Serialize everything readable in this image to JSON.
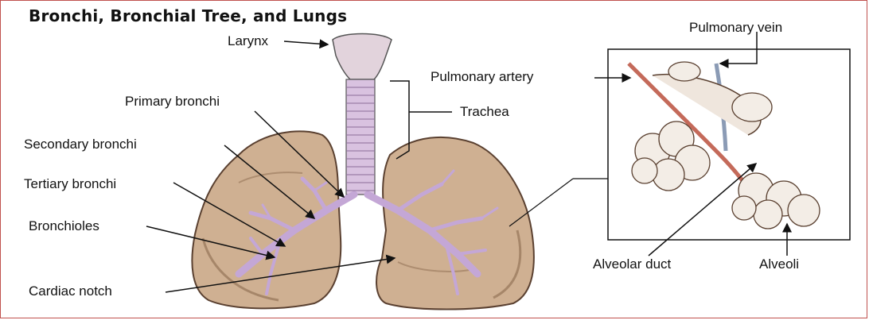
{
  "title": "Bronchi, Bronchial Tree, and Lungs",
  "labels": {
    "larynx": "Larynx",
    "primary_bronchi": "Primary bronchi",
    "secondary_bronchi": "Secondary bronchi",
    "tertiary_bronchi": "Tertiary bronchi",
    "bronchioles": "Bronchioles",
    "cardiac_notch": "Cardiac notch",
    "trachea": "Trachea",
    "pulmonary_artery": "Pulmonary artery",
    "pulmonary_vein": "Pulmonary vein",
    "alveolar_duct": "Alveolar duct",
    "alveoli": "Alveoli"
  },
  "colors": {
    "lung": "#c9a888",
    "lung_shade": "#8b6a4e",
    "bronchi": "#c4a7d6",
    "artery": "#c46a5a",
    "vein": "#8b9bb5",
    "border": "#c0504d"
  }
}
